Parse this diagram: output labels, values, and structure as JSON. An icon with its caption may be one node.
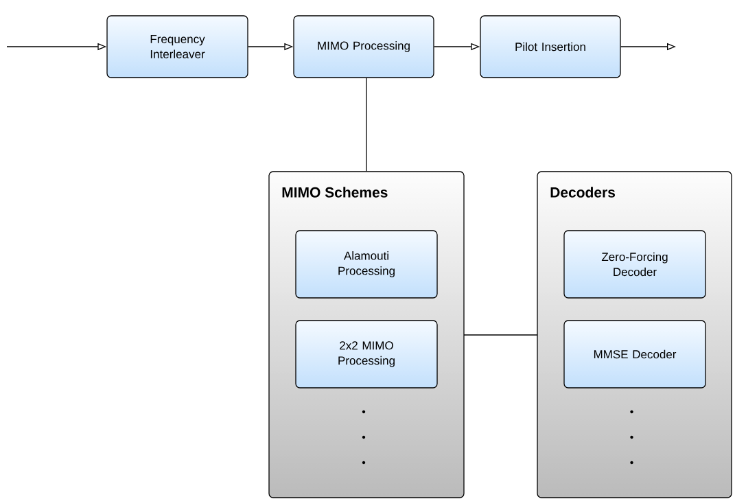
{
  "diagram": {
    "nodes": [
      {
        "text": [
          "Frequency Interleaver"
        ]
      },
      {
        "text": [
          "MIMO Processing"
        ]
      },
      {
        "text": [
          "Pilot Insertion"
        ]
      },
      {
        "text": [
          "MIMO Schemes"
        ]
      },
      {
        "text": [
          "Alamouti Processing"
        ],
        "in": 3
      },
      {
        "text": [
          "2x2 MIMO Processing"
        ],
        "in": 3
      },
      {
        "text": [
          "Decoders"
        ]
      },
      {
        "text": [
          "Zero-Forcing Decoder"
        ],
        "in": 6
      },
      {
        "text": [
          "MMSE Decoder"
        ],
        "in": 6
      }
    ],
    "edges": [
      {
        "from": null,
        "to": 0,
        "arrow": "to"
      },
      {
        "from": 0,
        "to": 1,
        "arrow": "to"
      },
      {
        "from": 1,
        "to": 2,
        "arrow": "to"
      },
      {
        "from": 2,
        "to": null,
        "arrow": "to"
      },
      {
        "from": 1,
        "to": 3,
        "arrow": "none"
      },
      {
        "from": 3,
        "to": 6,
        "arrow": "none"
      }
    ]
  }
}
